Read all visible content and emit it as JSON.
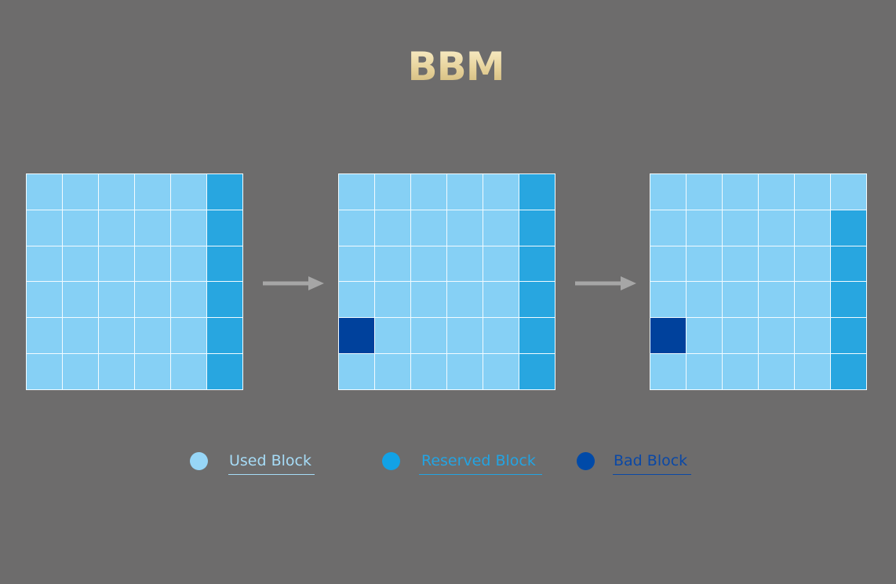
{
  "title": "BBM",
  "colors": {
    "background": "#6d6c6c",
    "used": "#86d0f5",
    "reserved": "#28a6e0",
    "bad": "#00419c",
    "grid_line": "#f2fbff",
    "arrow": "#a6a6a6"
  },
  "grids": [
    {
      "rows": [
        [
          "used",
          "used",
          "used",
          "used",
          "used",
          "reserved"
        ],
        [
          "used",
          "used",
          "used",
          "used",
          "used",
          "reserved"
        ],
        [
          "used",
          "used",
          "used",
          "used",
          "used",
          "reserved"
        ],
        [
          "used",
          "used",
          "used",
          "used",
          "used",
          "reserved"
        ],
        [
          "used",
          "used",
          "used",
          "used",
          "used",
          "reserved"
        ],
        [
          "used",
          "used",
          "used",
          "used",
          "used",
          "reserved"
        ]
      ]
    },
    {
      "rows": [
        [
          "used",
          "used",
          "used",
          "used",
          "used",
          "reserved"
        ],
        [
          "used",
          "used",
          "used",
          "used",
          "used",
          "reserved"
        ],
        [
          "used",
          "used",
          "used",
          "used",
          "used",
          "reserved"
        ],
        [
          "used",
          "used",
          "used",
          "used",
          "used",
          "reserved"
        ],
        [
          "bad",
          "used",
          "used",
          "used",
          "used",
          "reserved"
        ],
        [
          "used",
          "used",
          "used",
          "used",
          "used",
          "reserved"
        ]
      ]
    },
    {
      "rows": [
        [
          "used",
          "used",
          "used",
          "used",
          "used",
          "used"
        ],
        [
          "used",
          "used",
          "used",
          "used",
          "used",
          "reserved"
        ],
        [
          "used",
          "used",
          "used",
          "used",
          "used",
          "reserved"
        ],
        [
          "used",
          "used",
          "used",
          "used",
          "used",
          "reserved"
        ],
        [
          "bad",
          "used",
          "used",
          "used",
          "used",
          "reserved"
        ],
        [
          "used",
          "used",
          "used",
          "used",
          "used",
          "reserved"
        ]
      ]
    }
  ],
  "legend": [
    {
      "type": "used",
      "label": "Used Block",
      "dot_color": "#97d6f7",
      "text_color": "#a6dcf7"
    },
    {
      "type": "reserved",
      "label": "Reserved Block",
      "dot_color": "#12a2e6",
      "text_color": "#23a4e3"
    },
    {
      "type": "bad",
      "label": "Bad Block",
      "dot_color": "#004aa8",
      "text_color": "#0a48a6"
    }
  ]
}
